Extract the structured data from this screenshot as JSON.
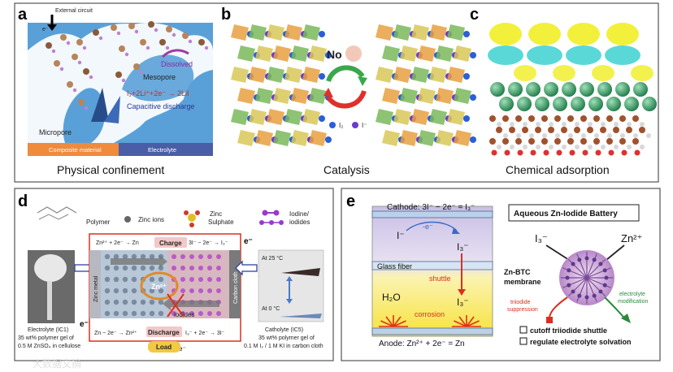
{
  "panels": {
    "a": {
      "label": "a",
      "caption": "Physical confinement",
      "external_circuit": "External circuit",
      "electron": "e⁻",
      "dissolved": "Dissolved",
      "mesopore": "Mesopore",
      "reaction": "I₂+2Li⁺+2e⁻ → 2LiI",
      "capacitive": "Capacitive discharge",
      "micropore": "Micropore",
      "composite": "Composite material",
      "electrolyte": "Electrolyte"
    },
    "b": {
      "label": "b",
      "caption": "Catalysis",
      "no_text": "No",
      "legend_i2": "I₂",
      "legend_iminus": "I⁻"
    },
    "c": {
      "label": "c",
      "caption": "Chemical adsorption"
    },
    "d": {
      "label": "d",
      "legend_polymer": "Polymer",
      "legend_zinc_ions": "Zinc ions",
      "legend_zinc_sulphate_1": "Zinc",
      "legend_zinc_sulphate_2": "Sulphate",
      "legend_iodine_1": "Iodine/",
      "legend_iodine_2": "iodides",
      "charge_eq_left": "Zn²⁺ + 2e⁻ → Zn",
      "charge_label": "Charge",
      "charge_eq_right": "3I⁻ − 2e⁻ → I₃⁻",
      "discharge_eq_left": "Zn − 2e⁻ → Zn²⁺",
      "discharge_label": "Discharge",
      "discharge_eq_right": "I₃⁻ + 2e⁻ → 3I⁻",
      "electron_left": "e⁻",
      "electron_right": "e⁻",
      "electron_bottom": "e⁻",
      "zinc_metal": "Zinc metal",
      "carbon_cloth": "Carbon cloth",
      "zn_center": "Zn²⁺",
      "iodides": "iodides",
      "load": "Load",
      "at_25": "At 25 °C",
      "at_0": "At 0 °C",
      "electrolyte_cap_1": "Electrolyte (IC1)",
      "electrolyte_cap_2": "35 wt% polymer gel of",
      "electrolyte_cap_3": "0.5 M ZnSO₄ in cellulose",
      "catholyte_cap_1": "Catholyte (IC5)",
      "catholyte_cap_2": "35 wt% polymer gel of",
      "catholyte_cap_3": "0.1 M I₂ / 1 M KI in carbon cloth"
    },
    "e": {
      "label": "e",
      "cathode": "Cathode: 3I⁻ − 2e⁻ = I₃⁻",
      "i_minus": "I⁻",
      "e_minus": "-e⁻",
      "i3_top": "I₃⁻",
      "glass_fiber": "Glass fiber",
      "shuttle": "shuttle",
      "h2o": "H₂O",
      "i3_bottom": "I₃⁻",
      "corrosion": "corrosion",
      "anode": "Anode: Zn²⁺ + 2e⁻ = Zn",
      "battery_title": "Aqueous Zn-Iodide Battery",
      "i3_right": "I₃⁻",
      "zn_right": "Zn²⁺",
      "membrane_1": "Zn-BTC",
      "membrane_2": "membrane",
      "triiodide_1": "triiodide",
      "triiodide_2": "suppression",
      "electrolyte_mod_1": "electrolyte",
      "electrolyte_mod_2": "modification",
      "check_1": "cutoff triiodide shuttle",
      "check_2": "regulate electrolyte solvation"
    }
  },
  "watermark": "大数据文摘",
  "colors": {
    "panel_a_blue": "#5aa0d8",
    "composite_bar": "#f08a3c",
    "electrolyte_bar": "#4a5ea8",
    "catalysis_arrow_red": "#e0302a",
    "catalysis_arrow_green": "#3aa84a",
    "iodine_blue": "#2a5fd8",
    "iodide_purple": "#6a3ad0",
    "adsorption_yellow": "#f2f03a",
    "adsorption_cyan": "#5ad8d8",
    "discharge_red": "#d83020",
    "cathode_purple": "#c8b8e8",
    "anode_yellow": "#f8e840"
  }
}
